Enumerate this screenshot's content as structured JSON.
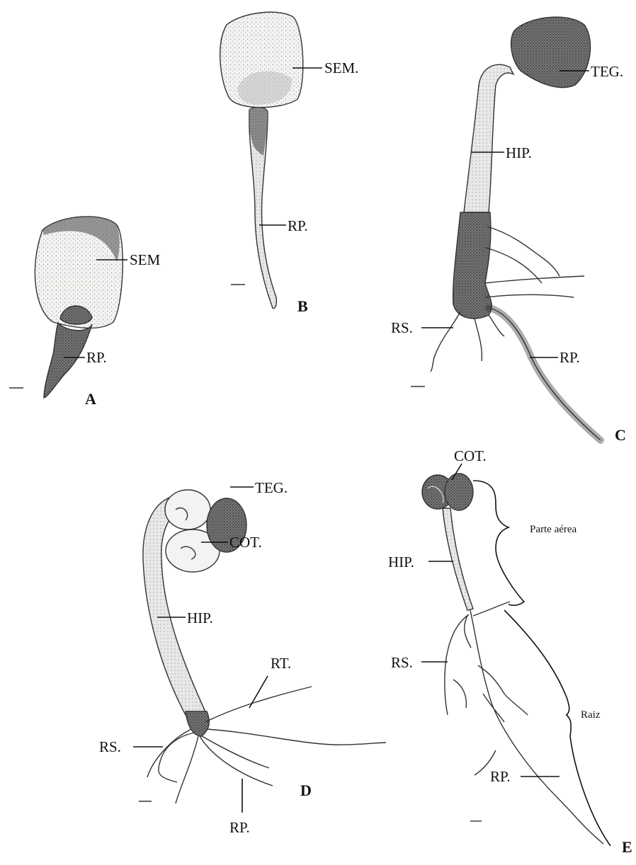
{
  "panels": {
    "A": {
      "letter": "A",
      "labels": {
        "sem": "SEM",
        "rp": "RP."
      }
    },
    "B": {
      "letter": "B",
      "labels": {
        "sem": "SEM.",
        "rp": "RP."
      }
    },
    "C": {
      "letter": "C",
      "labels": {
        "teg": "TEG.",
        "hip": "HIP.",
        "rs": "RS.",
        "rp": "RP."
      }
    },
    "D": {
      "letter": "D",
      "labels": {
        "teg": "TEG.",
        "cot": "COT.",
        "hip": "HIP.",
        "rt": "RT.",
        "rs": "RS.",
        "rp": "RP."
      }
    },
    "E": {
      "letter": "E",
      "labels": {
        "cot": "COT.",
        "parte_aerea": "Parte aérea",
        "hip": "HIP.",
        "rs": "RS.",
        "raiz": "Raiz",
        "rp": "RP."
      }
    }
  },
  "colors": {
    "ink": "#333333",
    "seed_fill": "#f4f4f2",
    "dark_fill": "#5a5a5a",
    "stem_fill": "#e6e6e6"
  }
}
